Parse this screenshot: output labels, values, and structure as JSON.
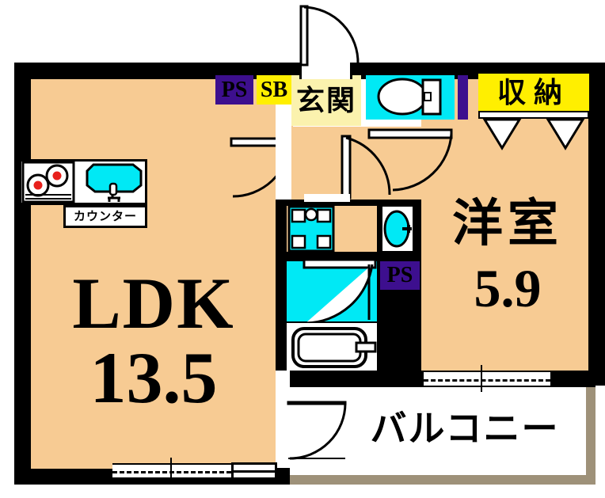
{
  "plan": {
    "type": "japanese-apartment-floor-plan",
    "layout_code": "1LDK",
    "colors": {
      "wall": "#000000",
      "floor": "#f7cb93",
      "water_fixture": "#00e9f5",
      "label_yellow": "#ffef00",
      "label_pale_yellow": "#fbf2ae",
      "label_purple": "#3d0f8e",
      "burner_red": "#e8201c",
      "balcony_rail": "#9e9179",
      "white": "#ffffff"
    }
  },
  "rooms": {
    "ldk": {
      "name": "LDK",
      "size": "13.5"
    },
    "western_room": {
      "name": "洋室",
      "size": "5.9"
    },
    "entrance": {
      "name": "玄関"
    },
    "closet": {
      "name": "収納"
    },
    "balcony": {
      "name": "バルコニー"
    },
    "counter": {
      "name": "カウンター"
    }
  },
  "labels": {
    "ps_top": "PS",
    "ps_mid": "PS",
    "sb": "SB"
  },
  "fixtures": {
    "kitchen_stove": "gas-stove-two-burner-icon",
    "kitchen_sink": "kitchen-sink-icon",
    "toilet": "toilet-icon",
    "washer_pan": "washing-machine-pan-icon",
    "vanity_basin": "vanity-basin-icon",
    "bathtub": "bathtub-icon",
    "closet_doors": "folding-closet-door-icon"
  }
}
